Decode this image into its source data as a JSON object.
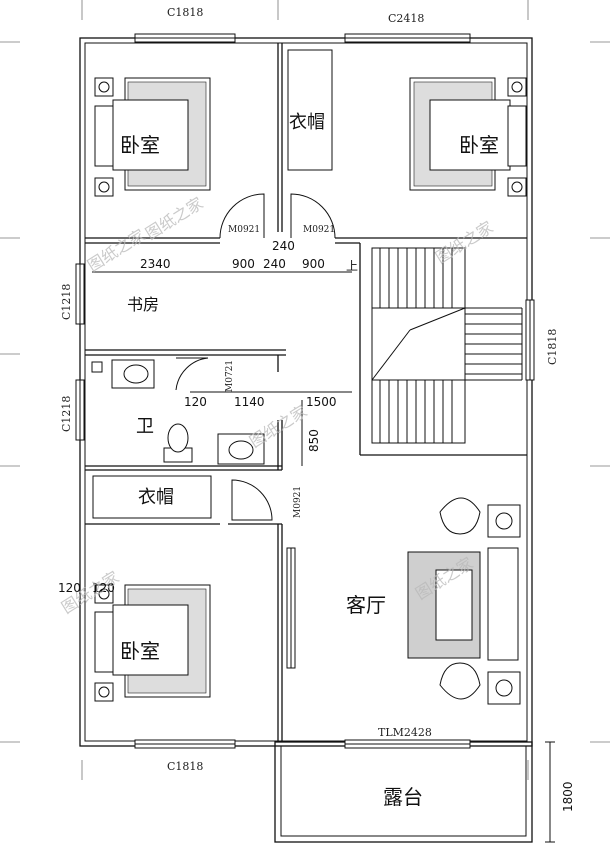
{
  "rooms": {
    "bedroom_top_left": "卧室",
    "closet_top": "衣帽",
    "bedroom_top_right": "卧室",
    "study": "书房",
    "bathroom": "卫",
    "closet_mid": "衣帽",
    "bedroom_bottom": "卧室",
    "living_room": "客厅",
    "terrace": "露台"
  },
  "windows": {
    "top_left": "C1818",
    "top_right": "C2418",
    "study_left": "C1218",
    "bath_left": "C1218",
    "stair_right": "C1818",
    "bottom_left": "C1818",
    "bottom_door": "TLM2428"
  },
  "doors": {
    "bed_left": "M0921",
    "bed_right": "M0921",
    "bath": "M0721",
    "bed_bottom": "M0921"
  },
  "dimensions": {
    "d240_top": "240",
    "d2340": "2340",
    "d900a": "900",
    "d240": "240",
    "d900b": "900",
    "d120a": "120",
    "d1140": "1140",
    "d1500": "1500",
    "d850": "850",
    "d120b": "120",
    "d120c": "120",
    "d1800": "1800"
  },
  "stair_label": "上",
  "watermarks": [
    "图纸之家",
    "图纸之家",
    "图纸之家",
    "图纸之家",
    "图纸之家",
    "图纸之家"
  ]
}
